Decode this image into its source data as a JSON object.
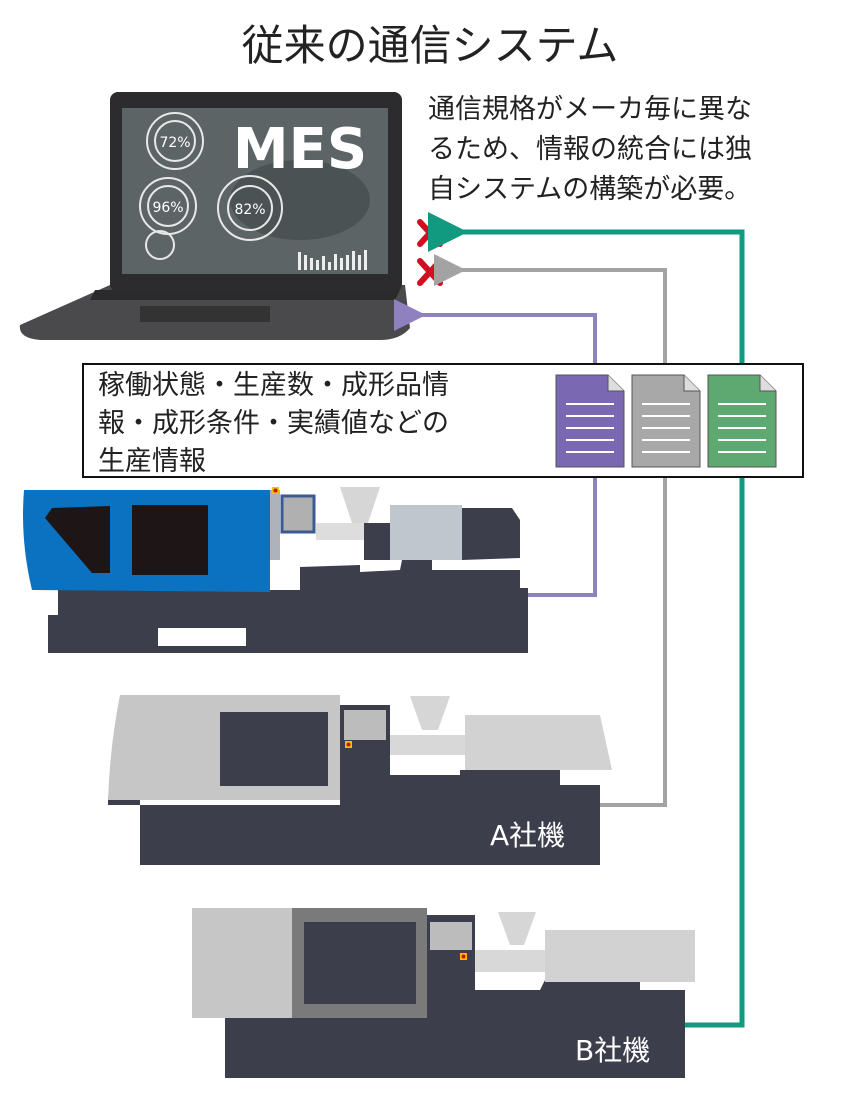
{
  "title": "従来の通信システム",
  "laptop": {
    "screen_label": "MES",
    "gauges": [
      "72%",
      "96%",
      "82%"
    ]
  },
  "note": {
    "lines": [
      "通信規格がメーカ毎に異な",
      "るため、情報の統合には独",
      "自システムの構築が必要。"
    ]
  },
  "info_box": {
    "lines": [
      "稼働状態・生産数・成形品情",
      "報・成形条件・実績値などの",
      "生産情報"
    ]
  },
  "machines": [
    {
      "label": "",
      "color": "#0a72c0"
    },
    {
      "label": "A社機",
      "color": "#c4c4c4"
    },
    {
      "label": "B社機",
      "color": "#c4c4c4"
    }
  ],
  "colors": {
    "purple_line": "#8f80bf",
    "grey_line": "#a3a3a3",
    "green_line": "#129a80",
    "purple_doc": "#7a68b2",
    "grey_doc": "#a8a8a8",
    "green_doc": "#5ea872",
    "machine_body": "#3d3e4c",
    "error_x": "#d01020"
  }
}
